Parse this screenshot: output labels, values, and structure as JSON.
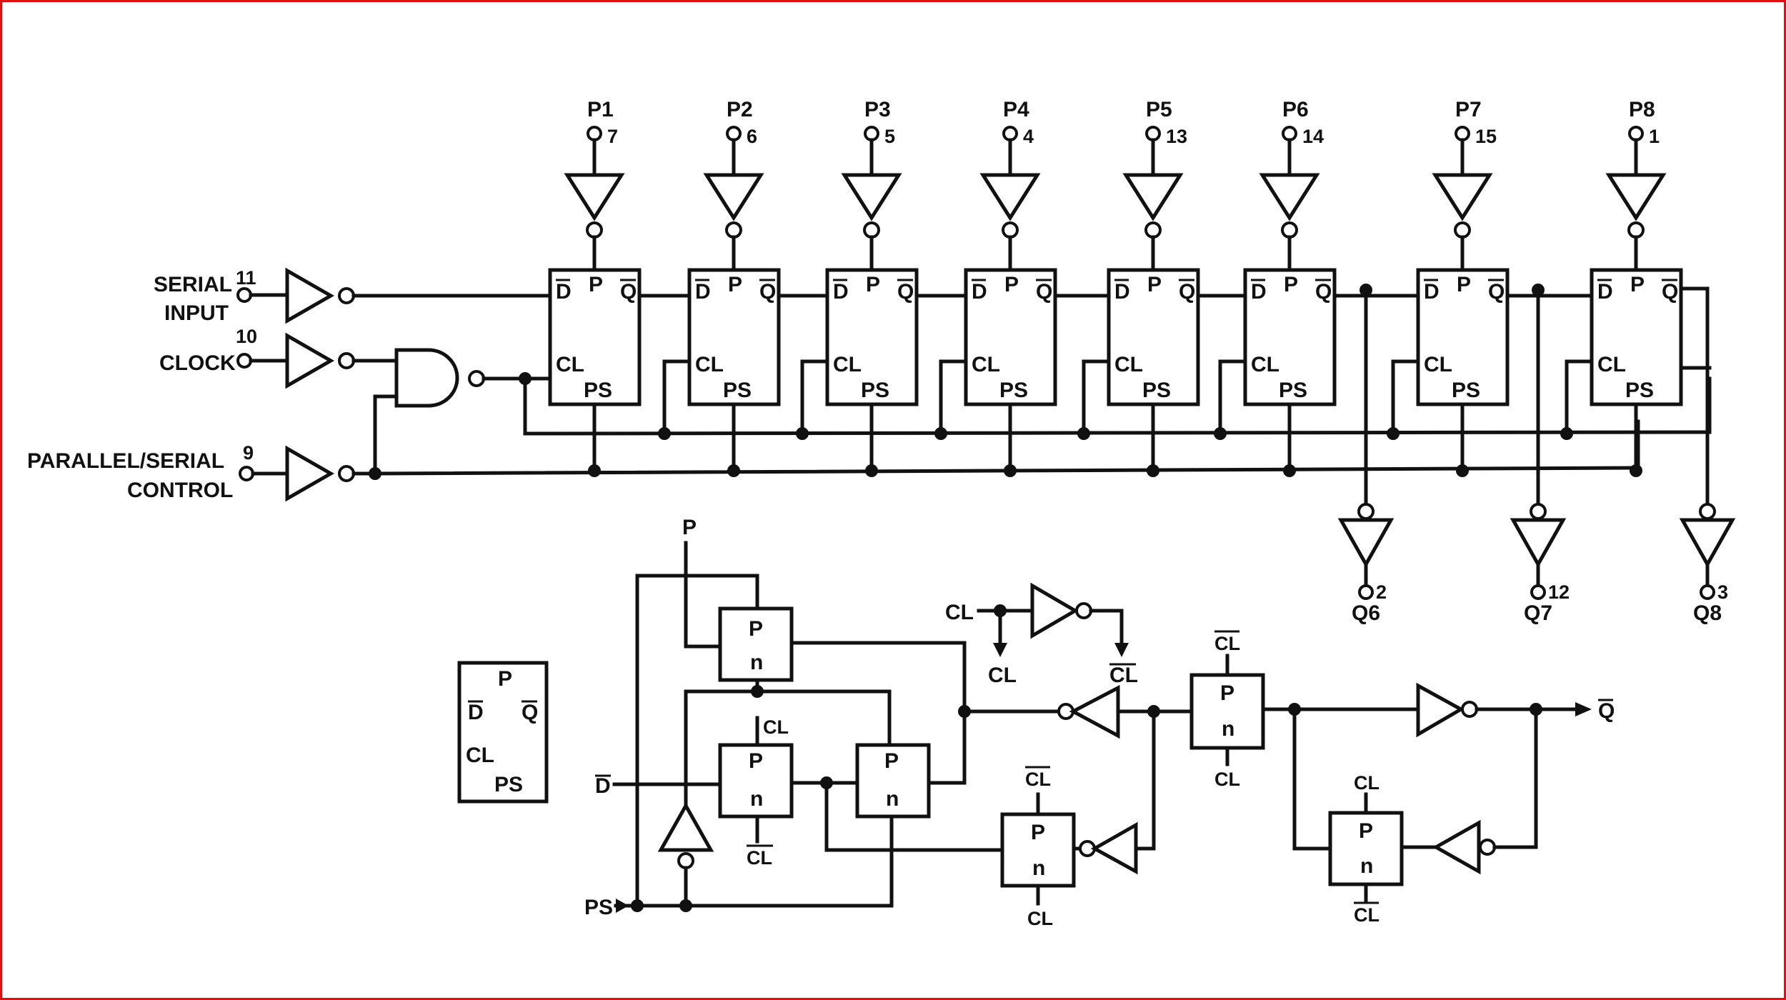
{
  "inputs": {
    "serial_input": {
      "line1": "SERIAL",
      "line2": "INPUT",
      "pin": "11"
    },
    "clock": {
      "label": "CLOCK",
      "pin": "10"
    },
    "parallel_serial": {
      "line1": "PARALLEL/SERIAL",
      "line2": "CONTROL",
      "pin": "9"
    }
  },
  "parallel_inputs": [
    {
      "name": "P1",
      "pin": "7"
    },
    {
      "name": "P2",
      "pin": "6"
    },
    {
      "name": "P3",
      "pin": "5"
    },
    {
      "name": "P4",
      "pin": "4"
    },
    {
      "name": "P5",
      "pin": "13"
    },
    {
      "name": "P6",
      "pin": "14"
    },
    {
      "name": "P7",
      "pin": "15"
    },
    {
      "name": "P8",
      "pin": "1"
    }
  ],
  "outputs": [
    {
      "name": "Q6",
      "pin": "2"
    },
    {
      "name": "Q7",
      "pin": "12"
    },
    {
      "name": "Q8",
      "pin": "3"
    }
  ],
  "flipflop_labels": {
    "d": "D",
    "q": "Q",
    "p": "P",
    "cl": "CL",
    "ps": "PS"
  },
  "detail": {
    "p_label": "P",
    "d_label": "D",
    "ps_label": "PS",
    "cl_label": "CL",
    "q_label": "Q",
    "n_label": "n",
    "cl_out": "CL",
    "cl_bar_out": "CL"
  }
}
